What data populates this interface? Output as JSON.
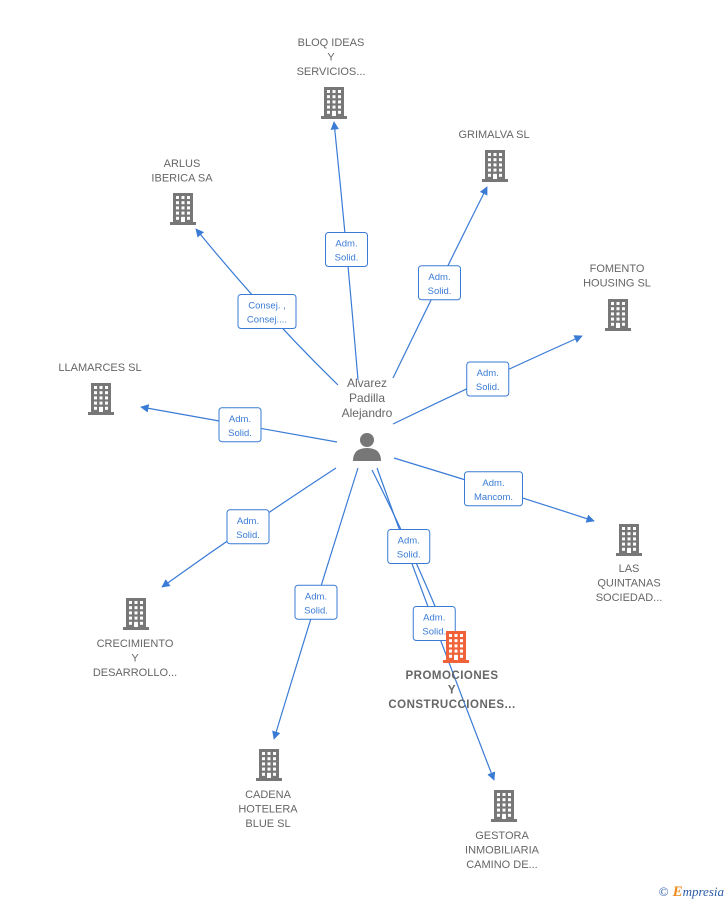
{
  "colors": {
    "edge": "#3a7bd5",
    "company": "#777777",
    "focus_company": "#f0623a",
    "person": "#777777"
  },
  "person": {
    "name_lines": [
      "Alvarez",
      "Padilla",
      "Alejandro"
    ],
    "icon": "person-icon"
  },
  "companies": [
    {
      "id": "bloq",
      "lines": [
        "BLOQ IDEAS",
        "Y",
        "SERVICIOS..."
      ],
      "icon": "building-icon"
    },
    {
      "id": "grimalva",
      "lines": [
        "GRIMALVA SL"
      ],
      "icon": "building-icon"
    },
    {
      "id": "arlus",
      "lines": [
        "ARLUS",
        "IBERICA SA"
      ],
      "icon": "building-icon"
    },
    {
      "id": "fomento",
      "lines": [
        "FOMENTO",
        "HOUSING SL"
      ],
      "icon": "building-icon"
    },
    {
      "id": "llamarces",
      "lines": [
        "LLAMARCES SL"
      ],
      "icon": "building-icon"
    },
    {
      "id": "quintanas",
      "lines": [
        "LAS",
        "QUINTANAS",
        "SOCIEDAD..."
      ],
      "icon": "building-icon"
    },
    {
      "id": "crecimiento",
      "lines": [
        "CRECIMIENTO",
        "Y",
        "DESARROLLO..."
      ],
      "icon": "building-icon"
    },
    {
      "id": "promociones",
      "lines": [
        "PROMOCIONES",
        "Y",
        "CONSTRUCCIONES..."
      ],
      "icon": "building-icon",
      "focus": true
    },
    {
      "id": "cadena",
      "lines": [
        "CADENA",
        "HOTELERA",
        "BLUE SL"
      ],
      "icon": "building-icon"
    },
    {
      "id": "gestora",
      "lines": [
        "GESTORA",
        "INMOBILIARIA",
        "CAMINO DE..."
      ],
      "icon": "building-icon"
    }
  ],
  "relations": [
    {
      "to": "bloq",
      "lines": [
        "Adm.",
        "Solid."
      ]
    },
    {
      "to": "grimalva",
      "lines": [
        "Adm.",
        "Solid."
      ]
    },
    {
      "to": "arlus",
      "lines": [
        "Consej. ,",
        "Consej...."
      ]
    },
    {
      "to": "fomento",
      "lines": [
        "Adm.",
        "Solid."
      ]
    },
    {
      "to": "llamarces",
      "lines": [
        "Adm.",
        "Solid."
      ]
    },
    {
      "to": "quintanas",
      "lines": [
        "Adm.",
        "Mancom."
      ]
    },
    {
      "to": "crecimiento",
      "lines": [
        "Adm.",
        "Solid."
      ]
    },
    {
      "to": "promociones",
      "lines": [
        "Adm.",
        "Solid."
      ]
    },
    {
      "to": "cadena",
      "lines": [
        "Adm.",
        "Solid."
      ]
    },
    {
      "to": "gestora",
      "lines": [
        "Adm.",
        "Solid."
      ]
    }
  ],
  "watermark": {
    "symbol": "©",
    "brand_initial": "E",
    "brand_rest": "mpresia"
  }
}
